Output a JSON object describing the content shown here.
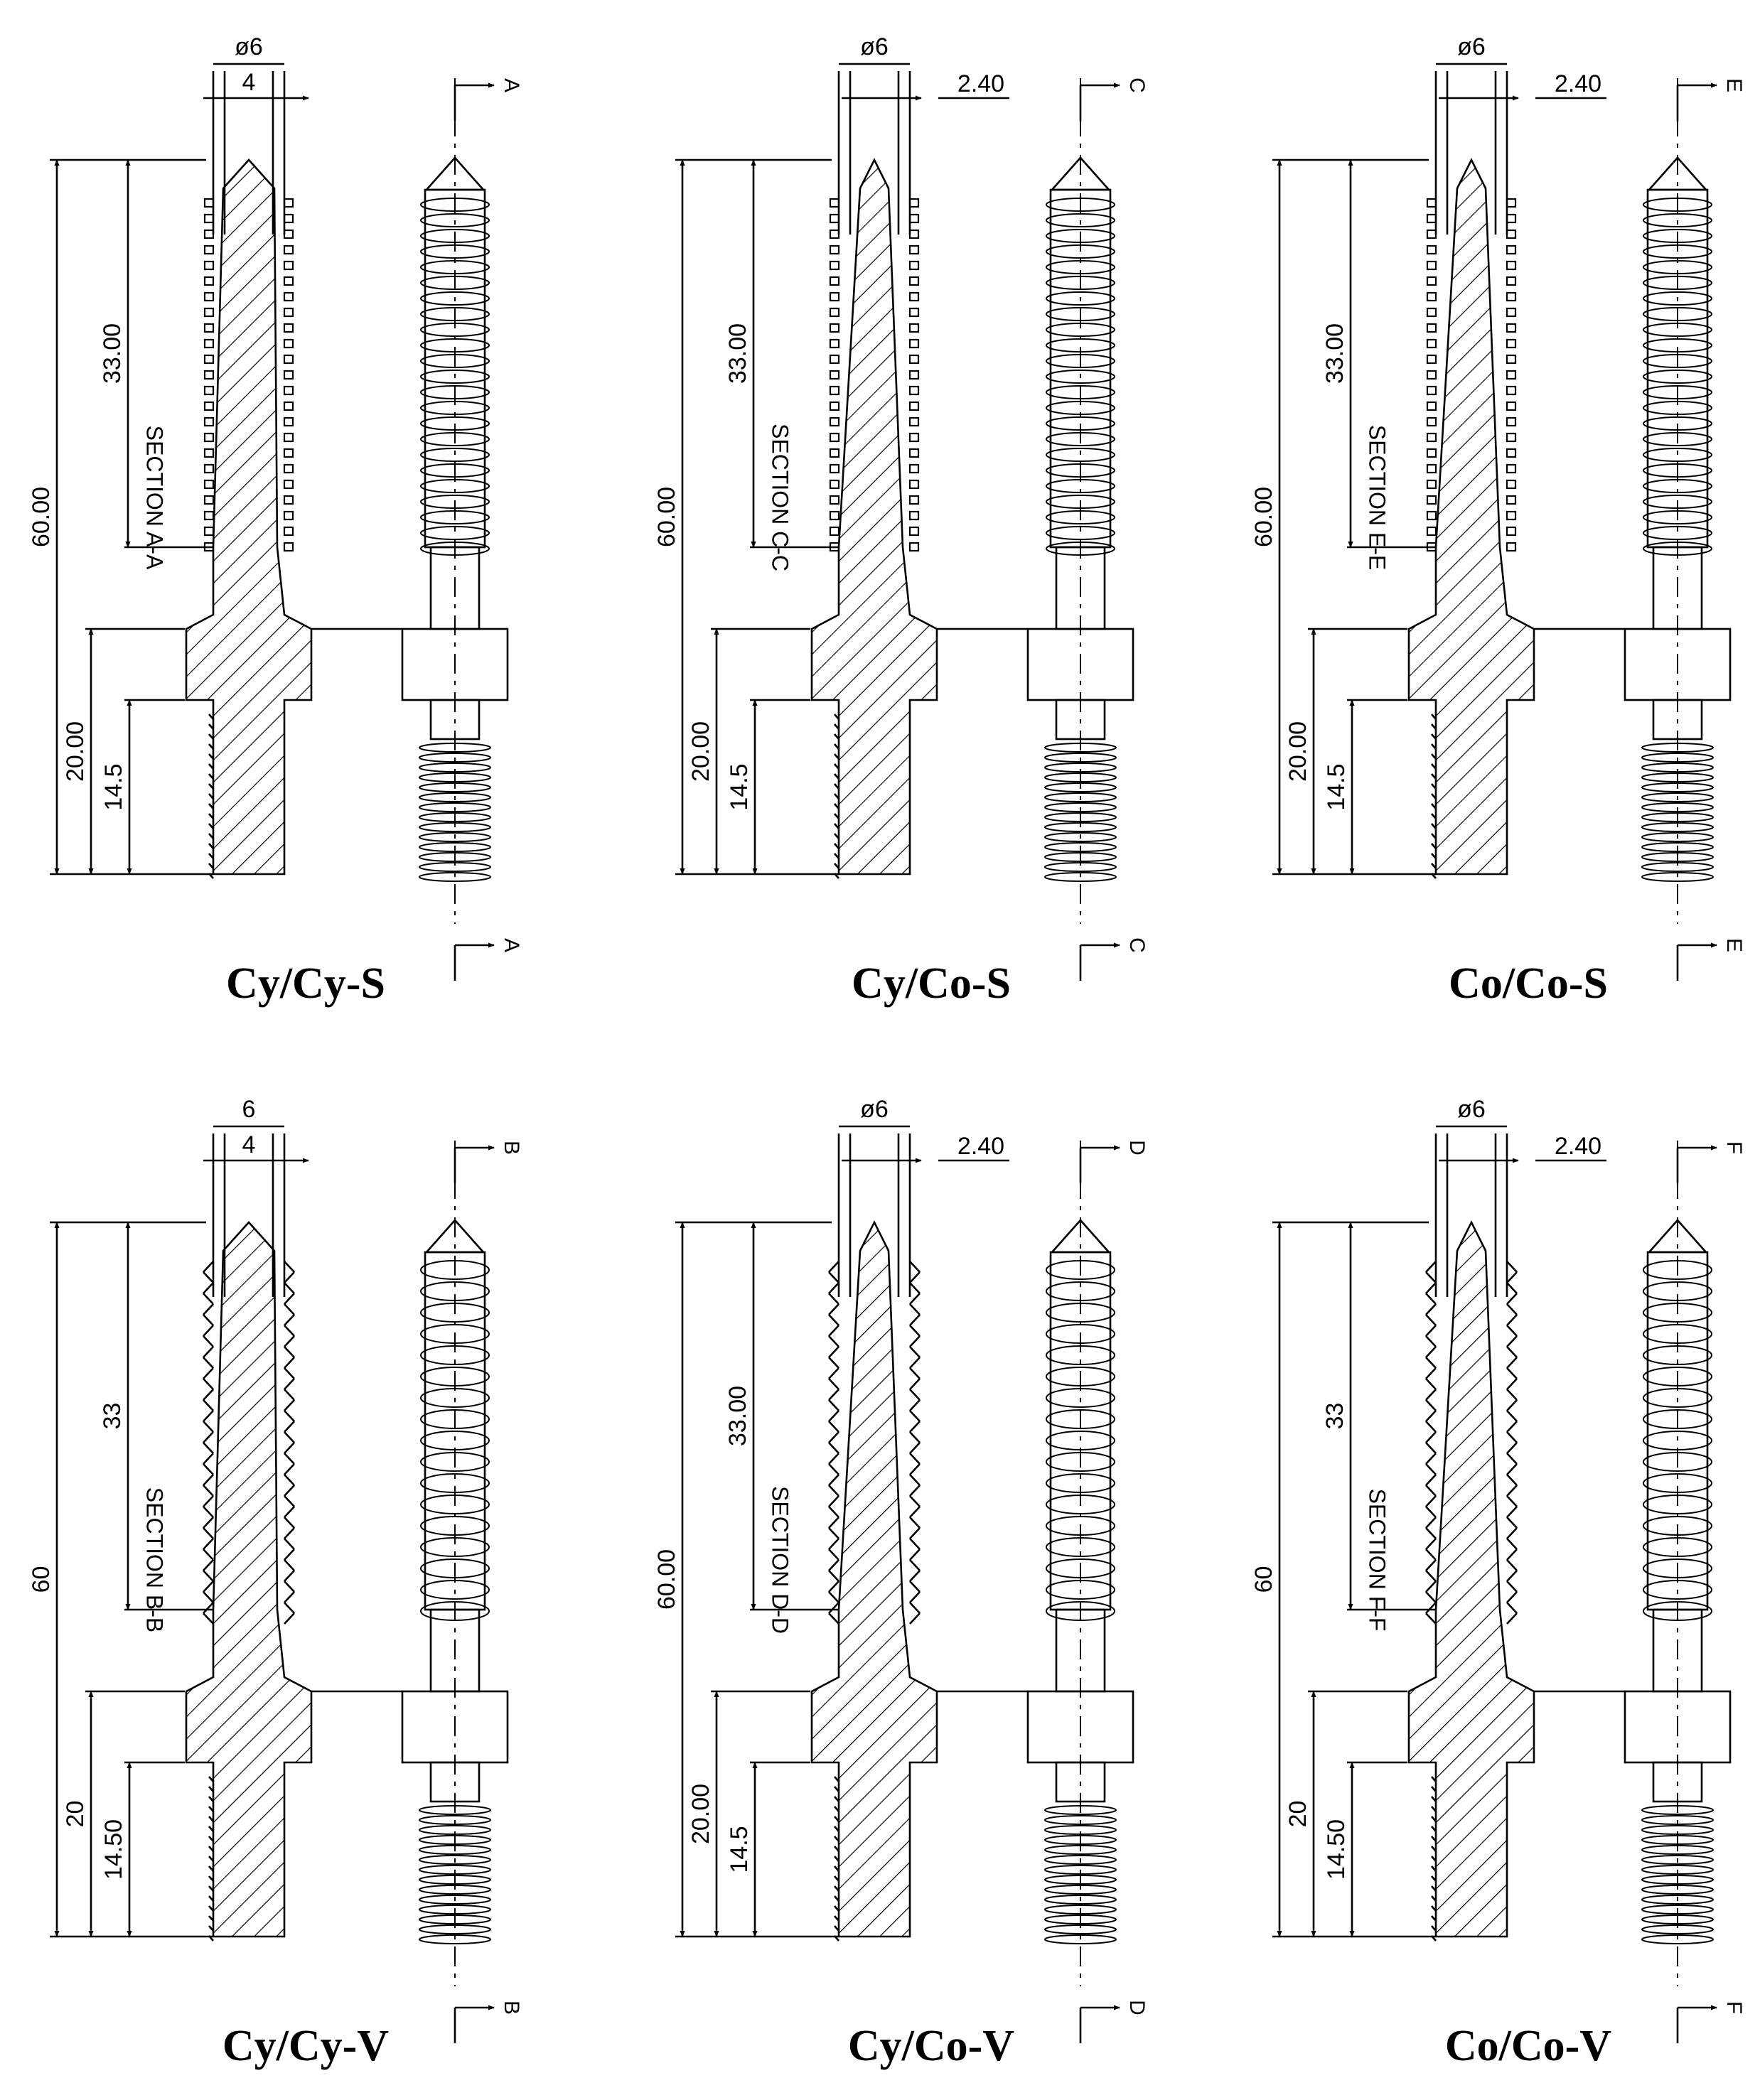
{
  "figure": {
    "panels": [
      {
        "id": "cy-cy-s",
        "caption": "Cy/Cy-S",
        "section_letter": "A",
        "section_label": "SECTION A-A",
        "dims": {
          "top_outer": "ø6",
          "top_inner": "4",
          "total": "60.00",
          "thread_length": "33.00",
          "lower": "20.00",
          "lower_inner": "14.5"
        },
        "thread_style": "square",
        "core": "cylindrical"
      },
      {
        "id": "cy-co-s",
        "caption": "Cy/Co-S",
        "section_letter": "C",
        "section_label": "SECTION C-C",
        "dims": {
          "top_outer": "ø6",
          "top_inner": "2.40",
          "total": "60.00",
          "thread_length": "33.00",
          "lower": "20.00",
          "lower_inner": "14.5"
        },
        "thread_style": "square",
        "core": "conical"
      },
      {
        "id": "co-co-s",
        "caption": "Co/Co-S",
        "section_letter": "E",
        "section_label": "SECTION E-E",
        "dims": {
          "top_outer": "ø6",
          "top_inner": "2.40",
          "total": "60.00",
          "thread_length": "33.00",
          "lower": "20.00",
          "lower_inner": "14.5"
        },
        "thread_style": "square",
        "core": "conical"
      },
      {
        "id": "cy-cy-v",
        "caption": "Cy/Cy-V",
        "section_letter": "B",
        "section_label": "SECTION B-B",
        "dims": {
          "top_outer": "6",
          "top_inner": "4",
          "total": "60",
          "thread_length": "33",
          "lower": "20",
          "lower_inner": "14.50"
        },
        "thread_style": "v",
        "core": "cylindrical"
      },
      {
        "id": "cy-co-v",
        "caption": "Cy/Co-V",
        "section_letter": "D",
        "section_label": "SECTION D-D",
        "dims": {
          "top_outer": "ø6",
          "top_inner": "2.40",
          "total": "60.00",
          "thread_length": "33.00",
          "lower": "20.00",
          "lower_inner": "14.5"
        },
        "thread_style": "v",
        "core": "conical"
      },
      {
        "id": "co-co-v",
        "caption": "Co/Co-V",
        "section_letter": "F",
        "section_label": "SECTION F-F",
        "dims": {
          "top_outer": "ø6",
          "top_inner": "2.40",
          "total": "60",
          "thread_length": "33",
          "lower": "20",
          "lower_inner": "14.50"
        },
        "thread_style": "v",
        "core": "conical"
      }
    ]
  }
}
